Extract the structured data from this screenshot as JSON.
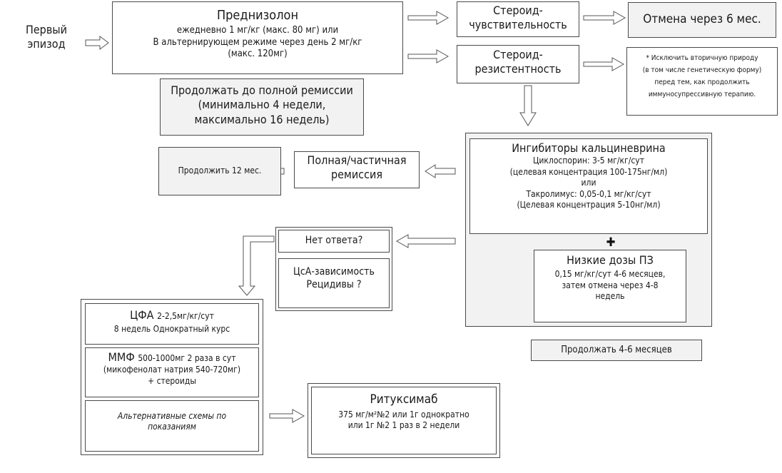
{
  "first_episode": [
    "Первый",
    "эпизод"
  ],
  "prednisolone": {
    "title": "Преднизолон",
    "lines": [
      "ежедневно 1 мг/кг (макс. 80 мг) или",
      "В альтернирующем режиме через день 2 мг/кг",
      "(макс. 120мг)"
    ]
  },
  "continue_remission": [
    "Продолжать до полной ремиссии",
    "(минимально 4 недели,",
    "максимально 16 недель)"
  ],
  "steroid_sensitivity": [
    "Стероид-",
    "чувствительность"
  ],
  "cancel_6_months": "Отмена через 6 мес.",
  "steroid_resistance": [
    "Стероид-",
    "резистентность"
  ],
  "exclude_note": [
    "* Исключить вторичную природу",
    "(в том числе генетическую форму)",
    "перед тем, как продолжить",
    "иммуносупрессивную терапию."
  ],
  "continue_12_months": "Продолжить 12 мес.",
  "full_partial_remission": [
    "Полная/частичная",
    "ремиссия"
  ],
  "calcineurin": {
    "title": "Ингибиторы кальциневрина",
    "lines": [
      "Циклоспорин: 3-5 мг/кг/сут",
      "(целевая концентрация 100-175нг/мл)",
      "или",
      "Такролимус: 0,05-0,1 мг/кг/сут",
      "(Целевая концентрация 5-10нг/мл)"
    ]
  },
  "plus_symbol": "✚",
  "low_dose_pz": {
    "title": "Низкие дозы ПЗ",
    "lines": [
      "0,15 мг/кг/сут  4-6 месяцев,",
      "затем отмена через 4-8",
      "недель"
    ]
  },
  "continue_4_6_months": "Продолжать 4-6 месяцев",
  "no_response": "Нет ответа?",
  "csa_dependence": [
    "ЦсА-зависимость",
    "Рецидивы ?"
  ],
  "cfa": {
    "title": "ЦФА",
    "dose": "2-2,5мг/кг/сут",
    "line2": "8 недель Однократный курс"
  },
  "mmf": {
    "title": "ММФ",
    "dose": "500-1000мг 2 раза в сут",
    "line2": "(микофенолат натрия 540-720мг)",
    "line3": "+ стероиды"
  },
  "alternative_schemes": [
    "Альтернативные схемы по",
    "показаниям"
  ],
  "rituximab": {
    "title": "Ритуксимаб",
    "lines": [
      "375 мг/м²№2  или 1г однократно",
      "или 1г №2 1 раз в 2 недели"
    ]
  }
}
